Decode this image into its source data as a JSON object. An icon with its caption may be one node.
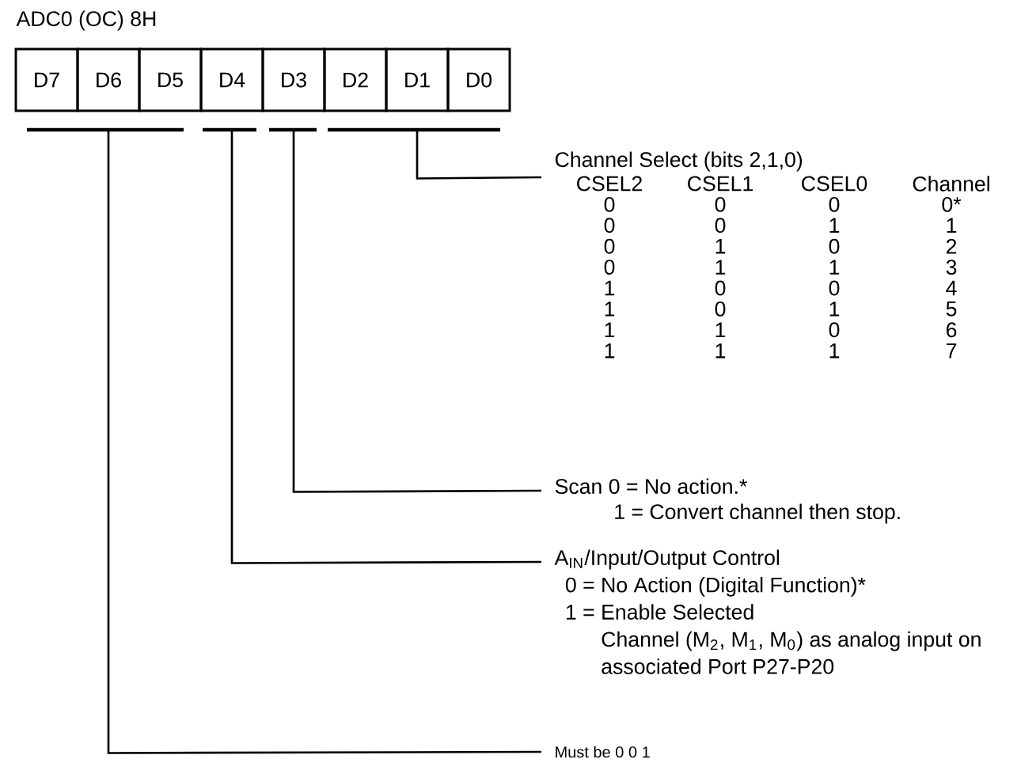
{
  "diagram": {
    "title": "ADC0 (OC) 8H",
    "nodes": [
      {
        "text": [
          "D7"
        ]
      },
      {
        "text": [
          "D6"
        ]
      },
      {
        "text": [
          "D5"
        ]
      },
      {
        "text": [
          "D4"
        ]
      },
      {
        "text": [
          "D3"
        ]
      },
      {
        "text": [
          "D2"
        ]
      },
      {
        "text": [
          "D1"
        ]
      },
      {
        "text": [
          "D0"
        ]
      },
      {
        "text": [
          "Channel Select (bits 2,1,0)"
        ]
      },
      {
        "text": [
          "Scan 0 = No action.*",
          "1 = Convert channel then stop."
        ]
      },
      {
        "text": [
          "A$_{IN}$/Input/Output Control",
          "0 = No Action (Digital Function)*",
          "1 = Enable Selected Channel (M$_{2}$, M$_{1}$, M$_{0}$) as analog input on associated Port P27-P20"
        ]
      },
      {
        "text": [
          "Must be 0 0 1"
        ]
      }
    ],
    "edges": [
      {
        "from": 6,
        "to": 8,
        "arrow": "none"
      },
      {
        "from": 4,
        "to": 9,
        "arrow": "none"
      },
      {
        "from": 3,
        "to": 10,
        "arrow": "none"
      },
      {
        "from": 1,
        "to": 11,
        "arrow": "none"
      }
    ],
    "labels": [
      "CSEL2",
      "CSEL1",
      "CSEL0",
      "Channel",
      "0",
      "0",
      "0",
      "0*",
      "0",
      "0",
      "1",
      "1",
      "0",
      "1",
      "0",
      "2",
      "0",
      "1",
      "1",
      "3",
      "1",
      "0",
      "0",
      "4",
      "1",
      "0",
      "1",
      "5",
      "1",
      "1",
      "0",
      "6",
      "1",
      "1",
      "1",
      "7"
    ]
  }
}
